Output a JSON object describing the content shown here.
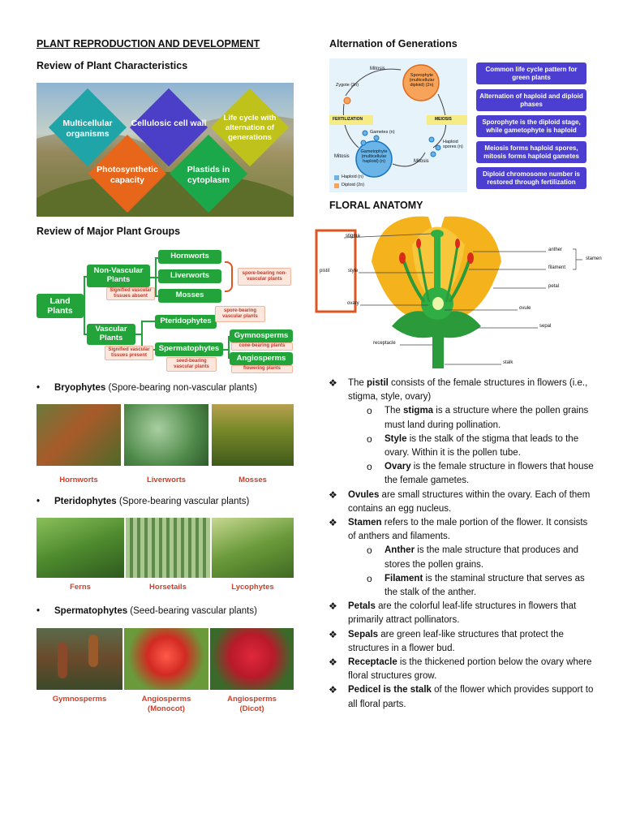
{
  "page_title": "PLANT REPRODUCTION AND DEVELOPMENT",
  "characteristics": {
    "heading": "Review of Plant Characteristics",
    "items": [
      "Multicellular organisms",
      "Cellulosic cell wall",
      "Life cycle with alternation of generations",
      "Photosynthetic capacity",
      "Plastids in cytoplasm"
    ],
    "colors": [
      "#1fa4a8",
      "#4b3ec7",
      "#bfc21a",
      "#e8661a",
      "#1aa84a"
    ]
  },
  "groups": {
    "heading": "Review of Major Plant Groups",
    "land": "Land Plants",
    "nonvascular": "Non-Vascular Plants",
    "vascular": "Vascular Plants",
    "hornworts": "Hornworts",
    "liverworts": "Liverworts",
    "mosses": "Mosses",
    "pteridophytes": "Pteridophytes",
    "spermatophytes": "Spermatophytes",
    "gymnosperms": "Gymnosperms",
    "angiosperms": "Angiosperms",
    "note_spore_nonvascular": "spore-bearing non-vascular plants",
    "note_vascular_absent": "Signified vascular tissues absent",
    "note_spore_vascular": "spore-bearing vascular plants",
    "note_vascular_present": "Signified vascular tissues present",
    "note_seed": "seed-bearing vascular plants",
    "note_cone": "cone-bearing plants",
    "note_flowering": "flowering plants"
  },
  "bullets": [
    {
      "bold": "Bryophytes",
      "text": " (Spore-bearing non-vascular plants)"
    },
    {
      "bold": "Pteridophytes",
      "text": " (Spore-bearing vascular plants)"
    },
    {
      "bold": "Spermatophytes",
      "text": " (Seed-bearing vascular plants)"
    }
  ],
  "photos": {
    "bryophytes": [
      "Hornworts",
      "Liverworts",
      "Mosses"
    ],
    "pteridophytes": [
      "Ferns",
      "Horsetails",
      "Lycophytes"
    ],
    "spermatophytes": [
      "Gymnosperms",
      "Angiosperms\n(Monocot)",
      "Angiosperms\n(Dicot)"
    ]
  },
  "alternation": {
    "heading": "Alternation of Generations",
    "figure": {
      "mitosis_top": "Mitosis",
      "sporophyte": "Sporophyte (multicellular diploid) (2n)",
      "zygote": "Zygote (2n)",
      "fertilization": "FERTILIZATION",
      "meiosis": "MEIOSIS",
      "gametes": "Gametes (n)",
      "haploid_spores": "Haploid spores (n)",
      "mitosis_left": "Mitosis",
      "mitosis_right": "Mitosis",
      "gametophyte": "Gametophyte (multicellular haploid) (n)",
      "legend_haploid": "Haploid (n)",
      "legend_diploid": "Diploid (2n)"
    },
    "boxes": [
      "Common life cycle pattern for green plants",
      "Alternation of haploid and diploid phases",
      "Sporophyte is the diploid stage, while gametophyte is haploid",
      "Meiosis forms haploid spores, mitosis forms haploid gametes",
      "Diploid chromosome number is restored through fertilization"
    ]
  },
  "floral": {
    "heading": "FLORAL ANATOMY",
    "pistil": "pistil",
    "stigma": "stigma",
    "style": "style",
    "ovary": "ovary",
    "anther": "anther",
    "stamen": "stamen",
    "filament": "filament",
    "petal": "petal",
    "ovule": "ovule",
    "sepal": "sepal",
    "receptacle": "receptacle",
    "stalk": "stalk"
  },
  "notes": [
    {
      "level": 1,
      "segments": [
        {
          "t": "The "
        },
        {
          "t": "pistil",
          "b": true
        },
        {
          "t": " consists of the female structures in flowers (i.e., stigma, style, ovary)"
        }
      ]
    },
    {
      "level": 2,
      "segments": [
        {
          "t": "The "
        },
        {
          "t": "stigma",
          "b": true
        },
        {
          "t": " is a structure where the pollen grains must land during pollination."
        }
      ]
    },
    {
      "level": 2,
      "segments": [
        {
          "t": "Style",
          "b": true
        },
        {
          "t": " is the stalk of the stigma that leads to the ovary. Within it is the pollen tube."
        }
      ]
    },
    {
      "level": 2,
      "segments": [
        {
          "t": "Ovary",
          "b": true
        },
        {
          "t": " is the female structure in flowers that house the female gametes."
        }
      ]
    },
    {
      "level": 1,
      "segments": [
        {
          "t": "Ovules",
          "b": true
        },
        {
          "t": " are small structures within the ovary. Each of them contains an egg nucleus."
        }
      ]
    },
    {
      "level": 1,
      "segments": [
        {
          "t": "Stamen",
          "b": true
        },
        {
          "t": " refers to the male portion of the flower. It consists of anthers and filaments."
        }
      ]
    },
    {
      "level": 2,
      "segments": [
        {
          "t": "Anther",
          "b": true
        },
        {
          "t": " is the male structure that produces and stores the pollen grains."
        }
      ]
    },
    {
      "level": 2,
      "segments": [
        {
          "t": "Filament",
          "b": true
        },
        {
          "t": " is the staminal structure that serves as the stalk of the anther."
        }
      ]
    },
    {
      "level": 1,
      "segments": [
        {
          "t": "Petals",
          "b": true
        },
        {
          "t": " are the colorful leaf-life structures in flowers that primarily attract pollinators."
        }
      ]
    },
    {
      "level": 1,
      "segments": [
        {
          "t": "Sepals",
          "b": true
        },
        {
          "t": " are green leaf-like structures that protect the structures in a flower bud."
        }
      ]
    },
    {
      "level": 1,
      "segments": [
        {
          "t": "Receptacle",
          "b": true
        },
        {
          "t": " is the thickened portion below the ovary where floral structures grow."
        }
      ]
    },
    {
      "level": 1,
      "segments": [
        {
          "t": "Pedicel is the stalk",
          "b": true
        },
        {
          "t": " of the flower which provides support to all floral parts."
        }
      ]
    }
  ]
}
